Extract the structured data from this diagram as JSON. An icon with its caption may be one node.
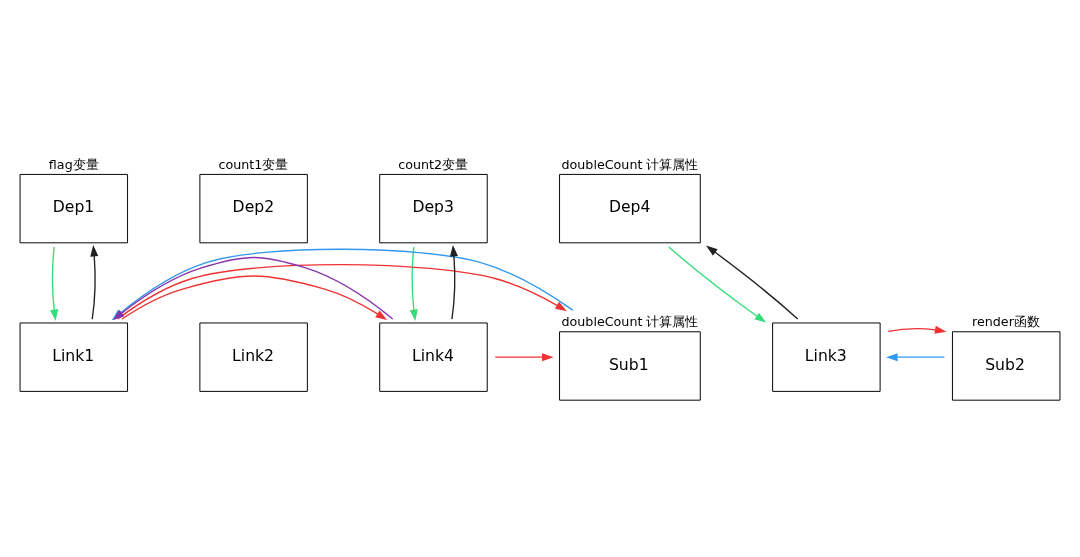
{
  "diagram": {
    "nodes": [
      {
        "text": [
          "Dep1"
        ],
        "beside": [
          "flag变量"
        ]
      },
      {
        "text": [
          "Dep2"
        ],
        "beside": [
          "count1变量"
        ]
      },
      {
        "text": [
          "Dep3"
        ],
        "beside": [
          "count2变量"
        ]
      },
      {
        "text": [
          "Dep4"
        ],
        "beside": [
          "doubleCount 计算属性"
        ]
      },
      {
        "text": [
          "Sub1"
        ],
        "beside": [
          "doubleCount 计算属性"
        ]
      },
      {
        "text": [
          "Link1"
        ]
      },
      {
        "text": [
          "Link2"
        ]
      },
      {
        "text": [
          "Link4"
        ]
      },
      {
        "text": [
          "Sub2"
        ],
        "beside": [
          "render函数"
        ]
      },
      {
        "text": [
          "Link3"
        ]
      }
    ],
    "edges": [
      {
        "from": 0,
        "to": 5,
        "arrow": "to",
        "color": "#33dd77"
      },
      {
        "from": 5,
        "to": 0,
        "arrow": "to",
        "color": "#222222"
      },
      {
        "from": 2,
        "to": 7,
        "arrow": "to",
        "color": "#33dd77"
      },
      {
        "from": 7,
        "to": 2,
        "arrow": "to",
        "color": "#222222"
      },
      {
        "from": 3,
        "to": 9,
        "arrow": "to",
        "color": "#33dd77"
      },
      {
        "from": 9,
        "to": 3,
        "arrow": "to",
        "color": "#222222"
      },
      {
        "from": 5,
        "to": 4,
        "arrow": "to",
        "color": "#ee3333"
      },
      {
        "from": 4,
        "to": 5,
        "arrow": "to",
        "color": "#3399ee"
      },
      {
        "from": 5,
        "to": 7,
        "arrow": "to",
        "color": "#ee3333"
      },
      {
        "from": 7,
        "to": 5,
        "arrow": "to",
        "color": "#8833aa"
      },
      {
        "from": 7,
        "to": 4,
        "arrow": "to",
        "color": "#ee3333"
      },
      {
        "from": 8,
        "to": 9,
        "arrow": "to",
        "color": "#3399ee"
      },
      {
        "from": 9,
        "to": 8,
        "arrow": "to",
        "color": "#ee3333"
      }
    ]
  }
}
